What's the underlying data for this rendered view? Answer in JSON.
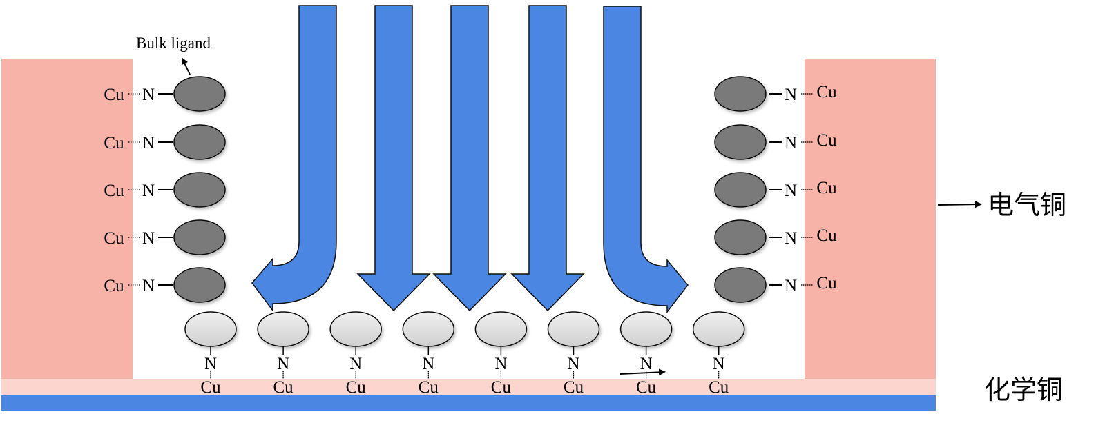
{
  "colors": {
    "electro_copper": "#f7b3a7",
    "chemical_copper": "#fcd5ce",
    "substrate": "#4a86e2",
    "flow_arrow": "#4a86e2",
    "bulk_ligand": "#7a7a7a",
    "surface_ligand": "#e2e2e2"
  },
  "labels": {
    "bulk_ligand": "Bulk ligand",
    "electro_copper": "电气铜",
    "chemical_copper": "化学铜"
  },
  "atoms": {
    "copper": "Cu",
    "nitrogen": "N"
  },
  "left_wall": {
    "ligand_count": 5
  },
  "right_wall": {
    "ligand_count": 5
  },
  "bottom": {
    "ligand_count": 8
  },
  "flow_arrows": [
    {
      "kind": "bent",
      "direction": "down-left"
    },
    {
      "kind": "straight",
      "direction": "down"
    },
    {
      "kind": "straight",
      "direction": "down"
    },
    {
      "kind": "straight",
      "direction": "down"
    },
    {
      "kind": "bent",
      "direction": "down-right"
    }
  ]
}
